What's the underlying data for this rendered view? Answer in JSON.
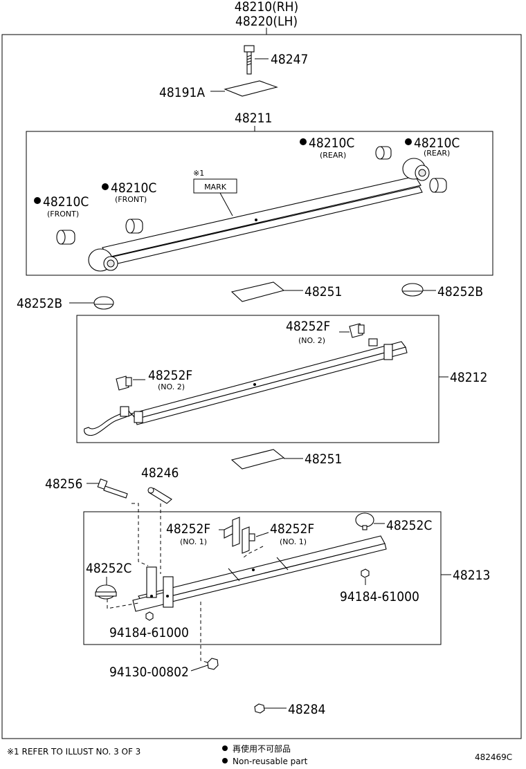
{
  "title": {
    "rh": "48210(RH)",
    "lh": "48220(LH)"
  },
  "parts": {
    "p48247": "48247",
    "p48191a": "48191A",
    "p48211": "48211",
    "p48210c_rear_1": "48210C",
    "p48210c_rear_1_sub": "(REAR)",
    "p48210c_rear_2": "48210C",
    "p48210c_rear_2_sub": "(REAR)",
    "p48210c_front_1": "48210C",
    "p48210c_front_1_sub": "(FRONT)",
    "p48210c_front_2": "48210C",
    "p48210c_front_2_sub": "(FRONT)",
    "note_ref": "※1",
    "mark": "MARK",
    "p48251_a": "48251",
    "p48252b_left": "48252B",
    "p48252b_right": "48252B",
    "p48252f_a": "48252F",
    "p48252f_a_sub": "(NO. 2)",
    "p48252f_b": "48252F",
    "p48252f_b_sub": "(NO. 2)",
    "p48212": "48212",
    "p48251_b": "48251",
    "p48256": "48256",
    "p48246": "48246",
    "p48252f_c": "48252F",
    "p48252f_c_sub": "(NO. 1)",
    "p48252f_d": "48252F",
    "p48252f_d_sub": "(NO. 1)",
    "p48252c_right": "48252C",
    "p48252c_left": "48252C",
    "p48213": "48213",
    "p94184_right": "94184-61000",
    "p94184_left": "94184-61000",
    "p94130": "94130-00802",
    "p48284": "48284"
  },
  "footer": {
    "refer": "※1 REFER TO ILLUST NO. 3 OF 3",
    "non_reusable_jp": "再使用不可部品",
    "non_reusable_en": "Non-reusable part",
    "diagram_code": "482469C"
  }
}
